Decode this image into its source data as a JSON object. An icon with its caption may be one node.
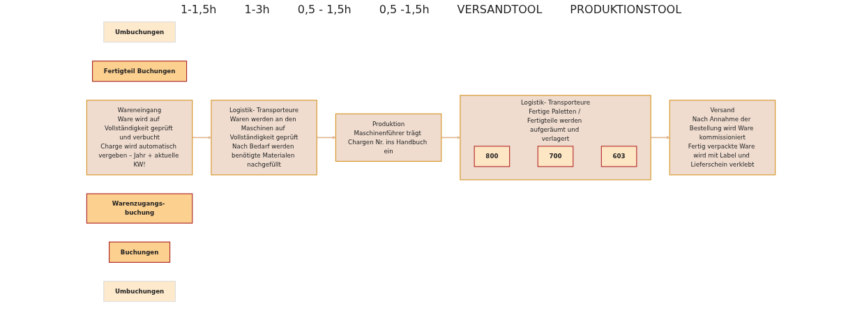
{
  "diagram": {
    "nodes": [
      {
        "text": [
          "Umbuchungen"
        ]
      },
      {
        "text": [
          "Fertigteil Buchungen"
        ]
      },
      {
        "text": [
          "Wareneingang",
          "Ware wird auf Vollständigkeit geprüft und verbucht",
          "Charge wird automatisch vergeben – Jahr + aktuelle KW!"
        ]
      },
      {
        "text": [
          "Logistik- Transporteure",
          "Waren werden an den Maschinen auf Vollständigkeit geprüft",
          "Nach Bedarf werden benötigte Materialen nachgefüllt"
        ]
      },
      {
        "text": [
          "Produktion",
          "Maschinenführer trägt Chargen Nr. ins Handbuch ein"
        ]
      },
      {
        "text": [
          "Logistik- Transporteure",
          "Fertige Paletten / Fertigteile werden aufgeräumt und verlagert"
        ]
      },
      {
        "text": [
          "800"
        ],
        "in": 5
      },
      {
        "text": [
          "700"
        ],
        "in": 5
      },
      {
        "text": [
          "603"
        ],
        "in": 5
      },
      {
        "text": [
          "Versand",
          "Nach Annahme der Bestellung wird Ware kommissioniert",
          "Fertig verpackte Ware wird mit Label und Lieferschein verklebt"
        ]
      },
      {
        "text": [
          "Warenzugangs- buchung"
        ]
      },
      {
        "text": [
          "Buchungen"
        ]
      },
      {
        "text": [
          "Umbuchungen"
        ]
      }
    ],
    "edges": [
      {
        "from": 2,
        "to": 3,
        "arrow": "to"
      },
      {
        "from": 3,
        "to": 4,
        "arrow": "to"
      },
      {
        "from": 4,
        "to": 5,
        "arrow": "to"
      },
      {
        "from": 5,
        "to": 9,
        "arrow": "to"
      }
    ],
    "labels": [
      "1-1,5h",
      "1-3h",
      "0,5 - 1,5h",
      "0,5 -1,5h",
      "VERSANDTOOL",
      "PRODUKTIONSTOOL"
    ]
  }
}
